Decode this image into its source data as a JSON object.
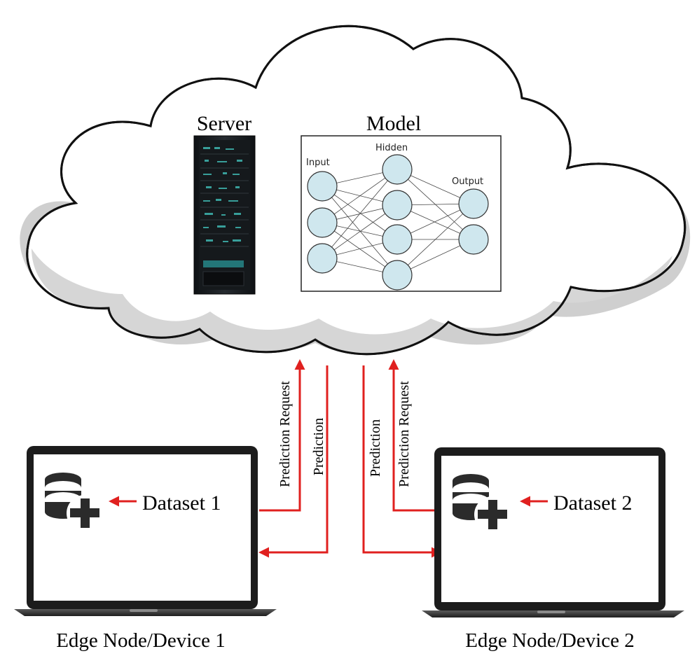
{
  "cloud": {
    "server_label": "Server",
    "model_label": "Model"
  },
  "model": {
    "input_label": "Input",
    "hidden_label": "Hidden",
    "output_label": "Output",
    "node_fill": "#cfe7ee"
  },
  "links": {
    "request_label": "Prediction Request",
    "prediction_label": "Prediction",
    "arrow_color": "#e0201f"
  },
  "devices": [
    {
      "name": "Edge Node/Device 1",
      "dataset": "Dataset 1"
    },
    {
      "name": "Edge Node/Device 2",
      "dataset": "Dataset 2"
    }
  ]
}
